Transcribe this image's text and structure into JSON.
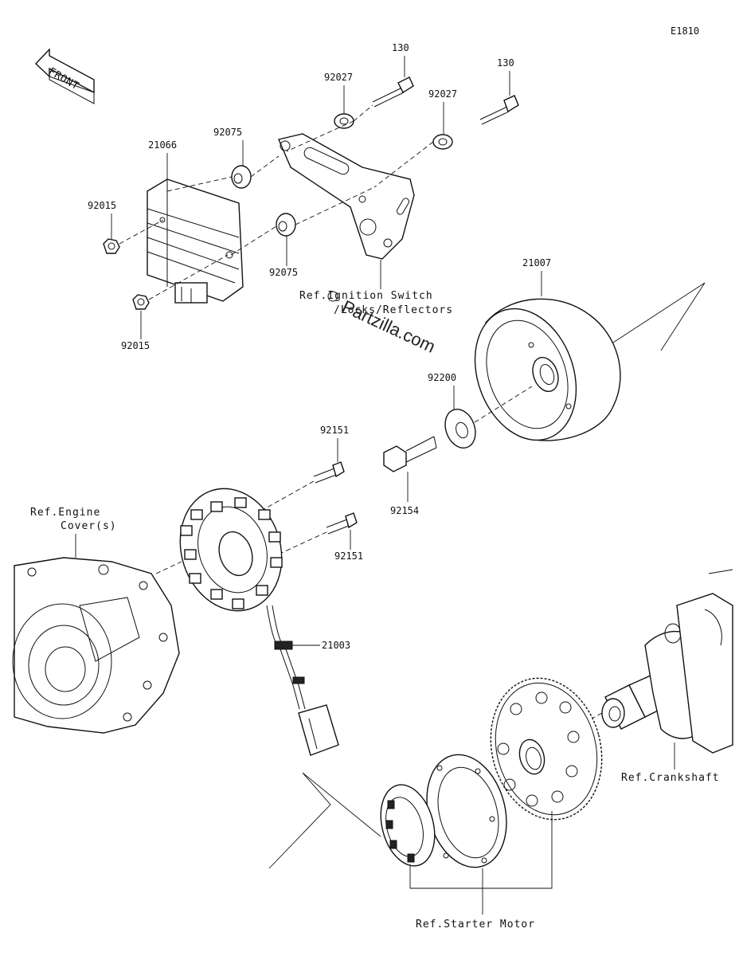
{
  "diagram_code": "E1810",
  "front_label": "FRONT",
  "watermark": "Partzilla.com",
  "parts": {
    "bolt_130_a": "130",
    "bolt_130_b": "130",
    "collar_92027_a": "92027",
    "collar_92027_b": "92027",
    "regulator_21066": "21066",
    "grommet_92075_a": "92075",
    "grommet_92075_b": "92075",
    "nut_92015_a": "92015",
    "nut_92015_b": "92015",
    "flywheel_21007": "21007",
    "washer_92200": "92200",
    "bolt_92151_a": "92151",
    "bolt_92151_b": "92151",
    "bolt_92154": "92154",
    "stator_21003": "21003"
  },
  "refs": {
    "ignition_line1": "Ref.Ignition Switch",
    "ignition_line2": "/Locks/Reflectors",
    "engine_line1": "Ref.Engine",
    "engine_line2": "Cover(s)",
    "crankshaft": "Ref.Crankshaft",
    "starter_motor": "Ref.Starter Motor"
  }
}
